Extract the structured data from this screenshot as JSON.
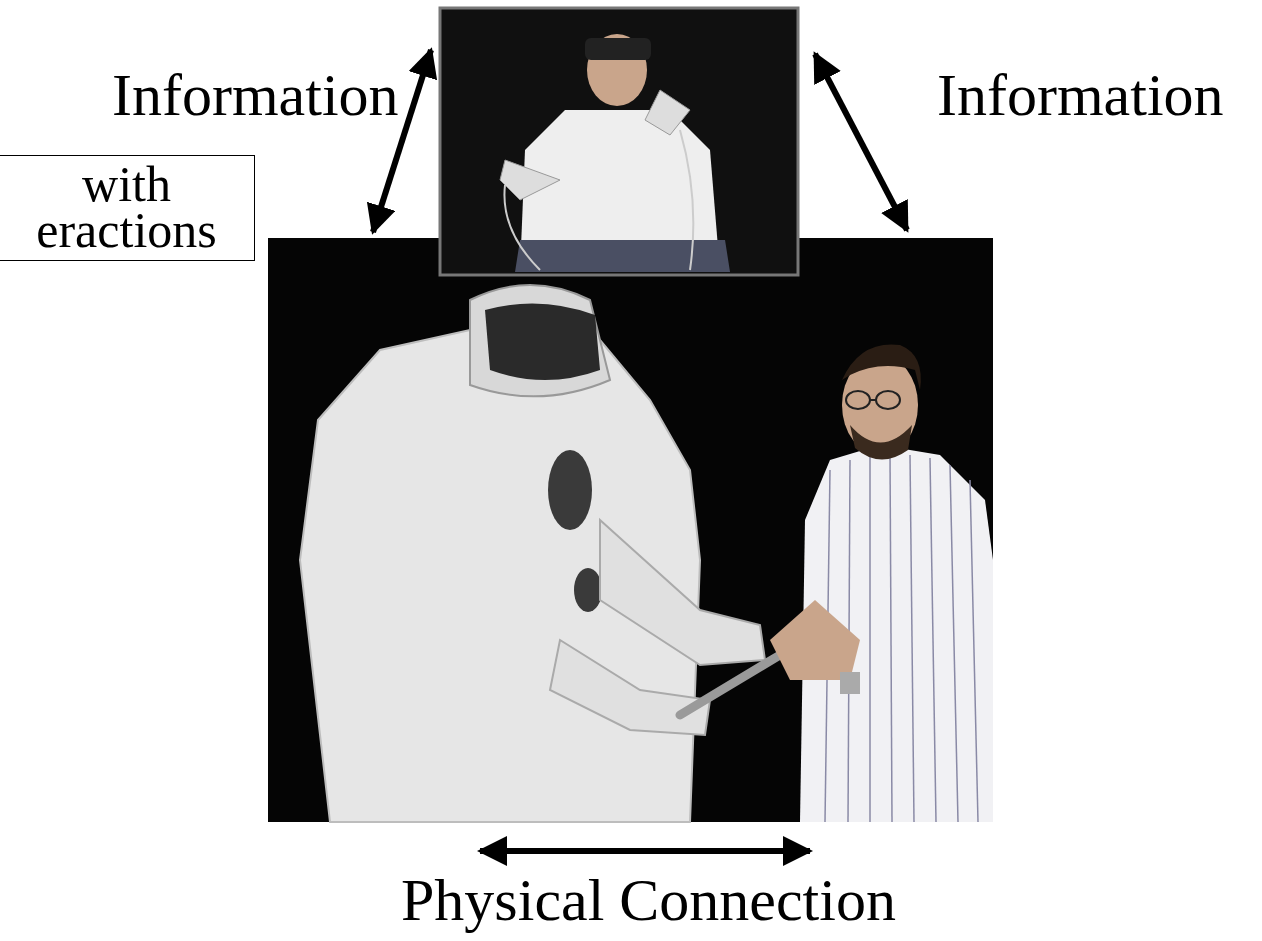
{
  "diagram": {
    "nodes": [
      {
        "text": [
          "with eractions"
        ]
      }
    ],
    "labels": [
      "Information",
      "Information",
      "Physical Connection"
    ]
  }
}
